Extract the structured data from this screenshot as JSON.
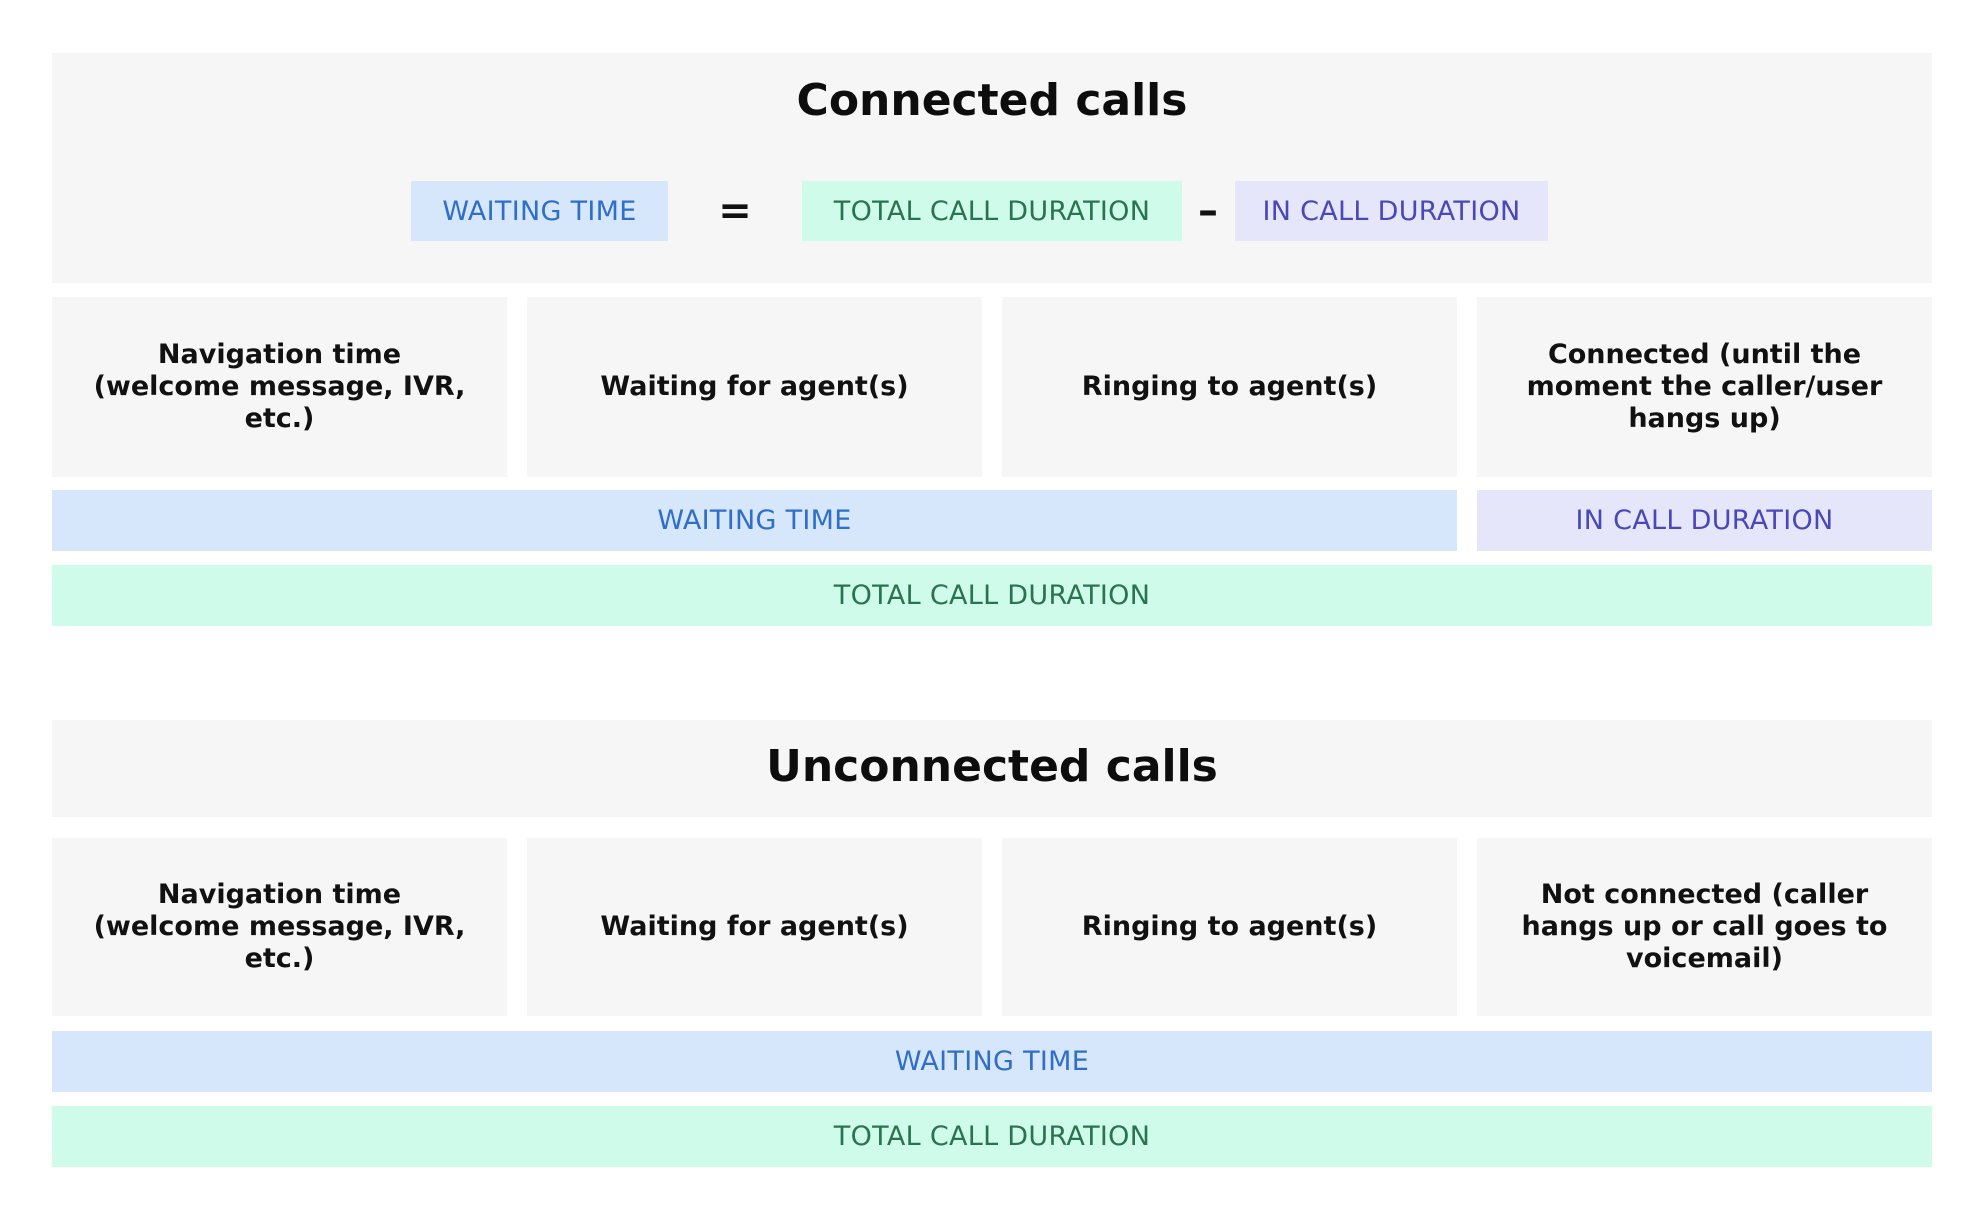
{
  "connected": {
    "title": "Connected calls",
    "formula": {
      "waiting_time": "WAITING TIME",
      "equals": "=",
      "total_call_duration": "TOTAL CALL DURATION",
      "minus": "–",
      "in_call_duration": "IN CALL DURATION"
    },
    "stages": [
      "Navigation time (welcome message, IVR, etc.)",
      "Waiting for agent(s)",
      "Ringing to agent(s)",
      "Connected (until the moment the caller/user hangs up)"
    ],
    "bars": {
      "waiting_time": "WAITING TIME",
      "in_call_duration": "IN CALL DURATION",
      "total_call_duration": "TOTAL CALL DURATION"
    }
  },
  "unconnected": {
    "title": "Unconnected calls",
    "stages": [
      "Navigation time (welcome message, IVR, etc.)",
      "Waiting for agent(s)",
      "Ringing to agent(s)",
      "Not connected (caller hangs up or call goes to voicemail)"
    ],
    "bars": {
      "waiting_time": "WAITING TIME",
      "total_call_duration": "TOTAL CALL DURATION"
    }
  },
  "colors": {
    "panel": "#f6f6f6",
    "waiting_bg": "#d6e6fb",
    "waiting_text": "#2f6ec9",
    "total_bg": "#cefbea",
    "total_text": "#2a7350",
    "incall_bg": "#e6e6fb",
    "incall_text": "#4a47b8"
  }
}
